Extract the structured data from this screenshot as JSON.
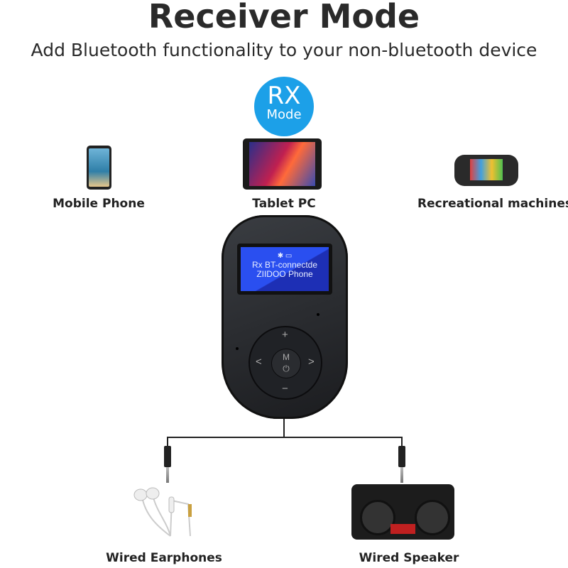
{
  "header": {
    "title": "Receiver Mode",
    "subtitle": "Add Bluetooth functionality to your non-bluetooth device"
  },
  "badge": {
    "top": "RX",
    "bottom": "Mode",
    "color": "#1ca0e8"
  },
  "sources": [
    {
      "label": "Mobile Phone"
    },
    {
      "label": "Tablet PC"
    },
    {
      "label": "Recreational machines"
    }
  ],
  "device": {
    "screen_line1": "Rx BT-connectde",
    "screen_line2": "ZIIDOO Phone",
    "buttons": {
      "up": "+",
      "down": "−",
      "left": "<",
      "right": ">",
      "mode": "M",
      "power": "⏻"
    }
  },
  "outputs": [
    {
      "label": "Wired Earphones"
    },
    {
      "label": "Wired Speaker"
    }
  ]
}
